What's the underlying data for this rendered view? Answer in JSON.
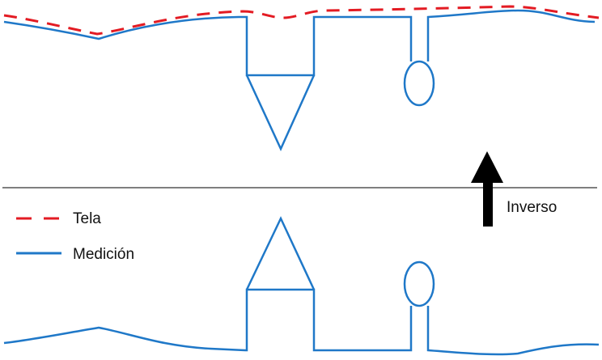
{
  "diagram": {
    "title": "",
    "legend": {
      "items": [
        {
          "label": "Tela",
          "style": "dashed",
          "color": "#e31b23"
        },
        {
          "label": "Medición",
          "style": "solid",
          "color": "#1f78c8"
        }
      ]
    },
    "arrow": {
      "label": "Inverso",
      "direction": "up",
      "color": "#000000"
    },
    "divider": {
      "color": "#555555"
    },
    "panels": [
      {
        "name": "top",
        "description": "Fabric surface (dashed red) with measured profile (solid blue) showing a rectangular well with downward triangle and a narrow stem with an ellipse"
      },
      {
        "name": "bottom",
        "description": "Inverted measured profile (solid blue) showing rectangle with upward triangle and a stem with an ellipse"
      }
    ],
    "colors": {
      "tela": "#e31b23",
      "medicion": "#1f78c8",
      "arrow": "#000000",
      "divider": "#555555"
    }
  }
}
